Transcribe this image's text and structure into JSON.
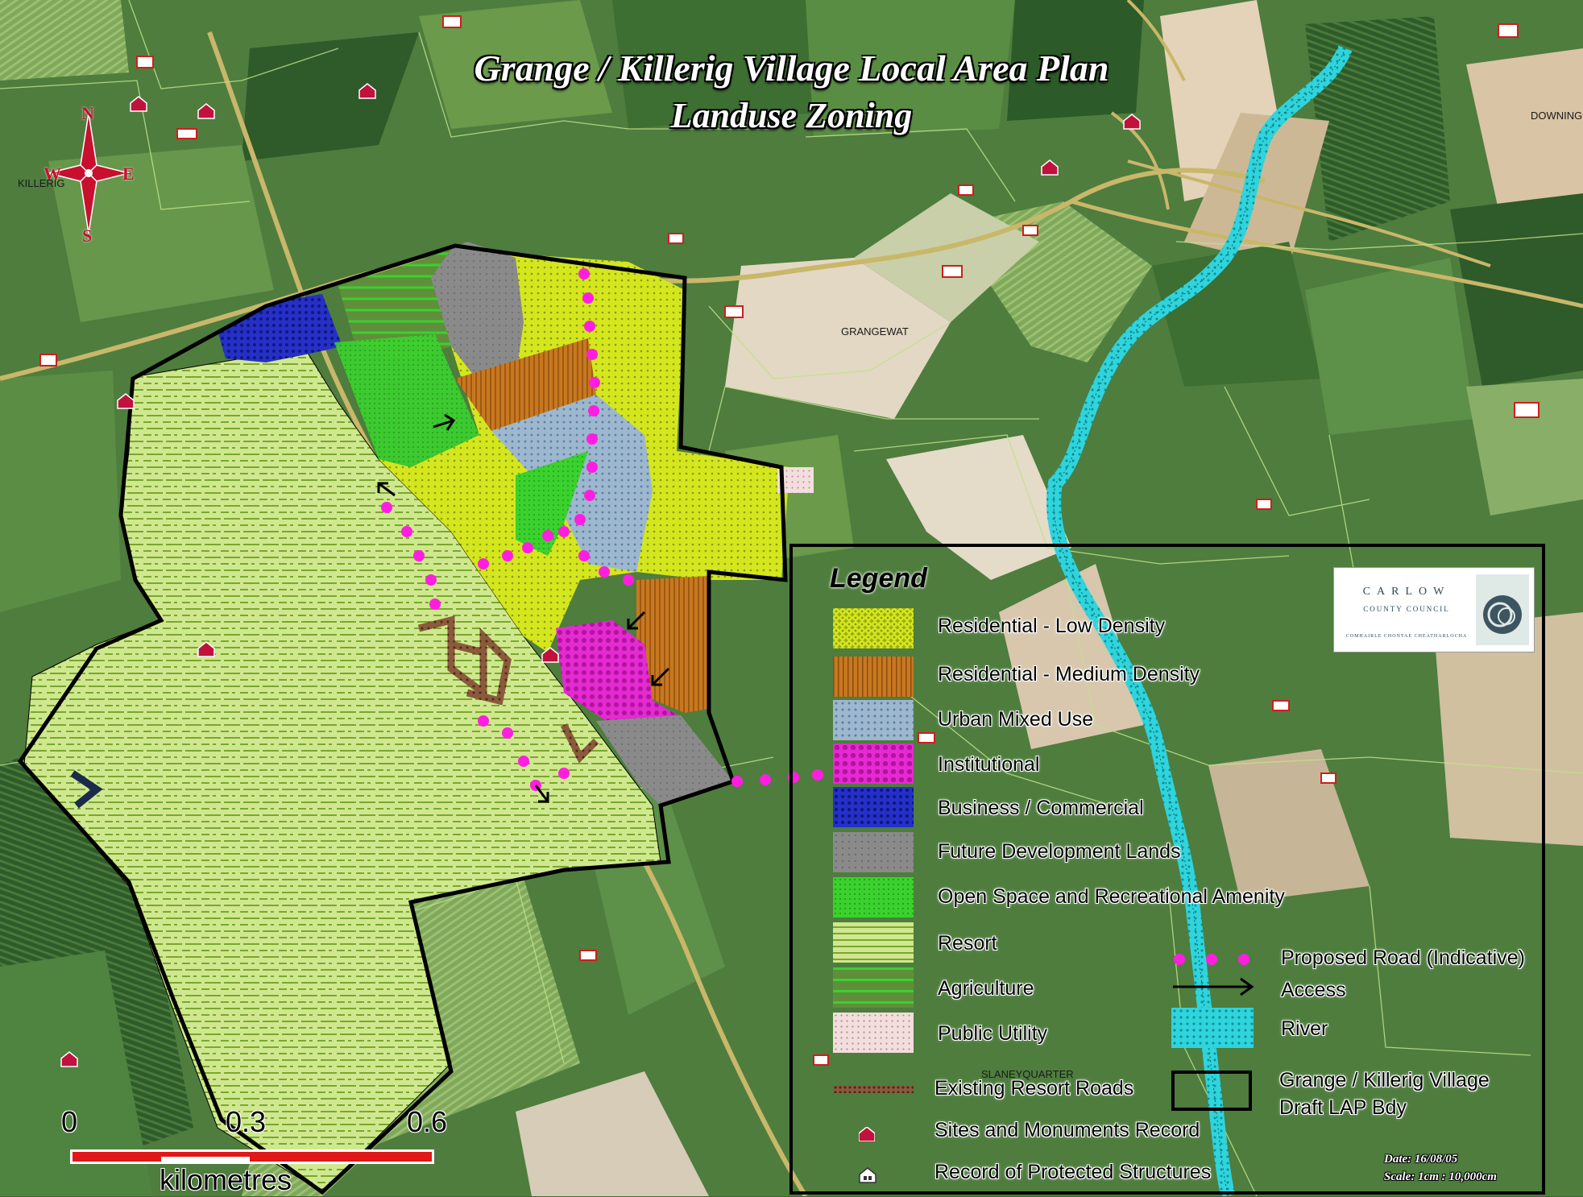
{
  "title": {
    "line1": "Grange / Killerig Village  Local Area Plan",
    "line2": "Landuse Zoning"
  },
  "places": {
    "killerig": "KILLERIG",
    "downing": "DOWNING",
    "grangewat": "GRANGEWAT",
    "slaneyquarter": "SLANEYQUARTER"
  },
  "compass": {
    "n": "N",
    "s": "S",
    "e": "E",
    "w": "W"
  },
  "legend": {
    "title": "Legend",
    "zones": [
      {
        "label": "Residential - Low Density",
        "color": "#d4e61e"
      },
      {
        "label": "Residential - Medium Density",
        "color": "#c9781f"
      },
      {
        "label": "Urban Mixed Use",
        "color": "#9db7cf"
      },
      {
        "label": "Institutional",
        "color": "#e42ad1"
      },
      {
        "label": "Business / Commercial",
        "color": "#2530c9"
      },
      {
        "label": "Future Development Lands",
        "color": "#8a8a8a"
      },
      {
        "label": "Open Space and Recreational Amenity",
        "color": "#3bd12e"
      },
      {
        "label": "Resort",
        "color": "#c9e58a"
      },
      {
        "label": "Agriculture",
        "color": "#3bd12e"
      },
      {
        "label": "Public Utility",
        "color": "#e8c7c7"
      }
    ],
    "existing_resort_roads": "Existing Resort Roads",
    "smr": "Sites and Monuments Record",
    "rps": "Record of Protected Structures",
    "proposed_road": "Proposed Road (Indicative)",
    "access": "Access",
    "river": "River",
    "boundary_line1": "Grange / Killerig Village",
    "boundary_line2": "Draft LAP Bdy",
    "date": "Date: 16/08/05",
    "scale": "Scale: 1cm : 10,000cm"
  },
  "logo": {
    "line1": "CARLOW",
    "line2": "COUNTY COUNCIL",
    "line3": "COMHAIRLE CHONTAE CHEATHARLOCHA"
  },
  "scalebar": {
    "ticks": [
      "0",
      "0.3",
      "0.6"
    ],
    "unit": "kilometres"
  }
}
